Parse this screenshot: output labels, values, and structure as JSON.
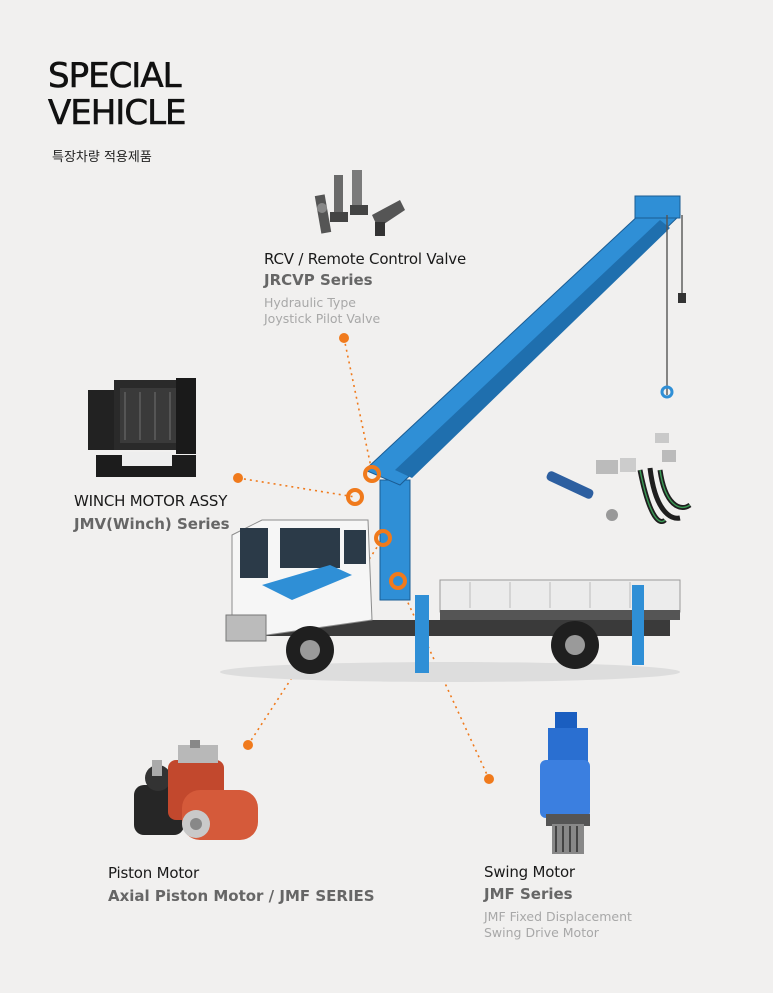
{
  "header": {
    "title_line1": "SPECIAL",
    "title_line2": "VEHICLE",
    "subtitle": "특장차량 적용제품"
  },
  "products": {
    "rcv": {
      "name": "RCV / Remote Control Valve",
      "series": "JRCVP Series",
      "desc_line1": "Hydraulic Type",
      "desc_line2": "Joystick Pilot Valve"
    },
    "winch": {
      "name": "WINCH MOTOR ASSY",
      "series": "JMV(Winch) Series"
    },
    "piston": {
      "name": "Piston Motor",
      "series": "Axial Piston Motor / JMF SERIES"
    },
    "swing": {
      "name": "Swing Motor",
      "series": "JMF Series",
      "desc_line1": "JMF Fixed Displacement",
      "desc_line2": "Swing Drive Motor"
    }
  },
  "colors": {
    "accent": "#f07a1c",
    "crane_blue": "#2f8fd6",
    "background": "#f1f0ef"
  },
  "icons": [
    "joystick-valve-image",
    "winch-motor-image",
    "hydraulic-fittings-image",
    "piston-motor-image",
    "swing-motor-image",
    "crane-truck-image"
  ]
}
